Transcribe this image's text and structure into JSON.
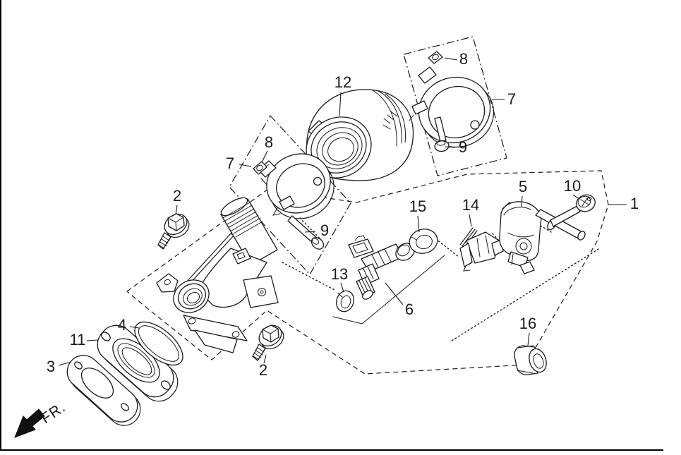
{
  "diagram": {
    "title": "exploded-parts-diagram",
    "fr_label": "FR.",
    "callouts": [
      {
        "label": "8"
      },
      {
        "label": "7"
      },
      {
        "label": "12"
      },
      {
        "label": "9"
      },
      {
        "label": "8"
      },
      {
        "label": "7"
      },
      {
        "label": "2"
      },
      {
        "label": "9"
      },
      {
        "label": "15"
      },
      {
        "label": "14"
      },
      {
        "label": "5"
      },
      {
        "label": "10"
      },
      {
        "label": "1"
      },
      {
        "label": "13"
      },
      {
        "label": "6"
      },
      {
        "label": "4"
      },
      {
        "label": "11"
      },
      {
        "label": "2"
      },
      {
        "label": "3"
      },
      {
        "label": "16"
      }
    ]
  },
  "colors": {
    "line": "#1a1a1a",
    "background": "#ffffff"
  }
}
